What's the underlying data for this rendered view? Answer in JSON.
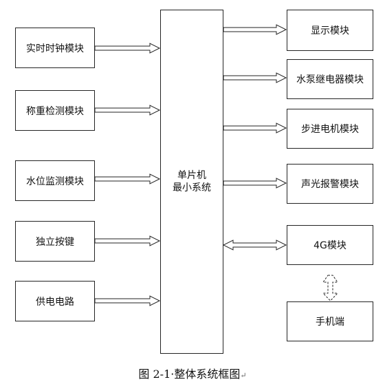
{
  "inputs": [
    {
      "label": "实时时钟模块"
    },
    {
      "label": "称重检测模块"
    },
    {
      "label": "水位监测模块"
    },
    {
      "label": "独立按键"
    },
    {
      "label": "供电电路"
    }
  ],
  "mcu": {
    "line1": "单片机",
    "line2": "最小系统"
  },
  "outputs": [
    {
      "label": "显示模块"
    },
    {
      "label": "水泵继电器模块"
    },
    {
      "label": "步进电机模块"
    },
    {
      "label": "声光报警模块"
    },
    {
      "label": "4G模块"
    }
  ],
  "phone": {
    "label": "手机端"
  },
  "caption": {
    "text": "图 2-1·整体系统框图",
    "mark": "↵"
  }
}
